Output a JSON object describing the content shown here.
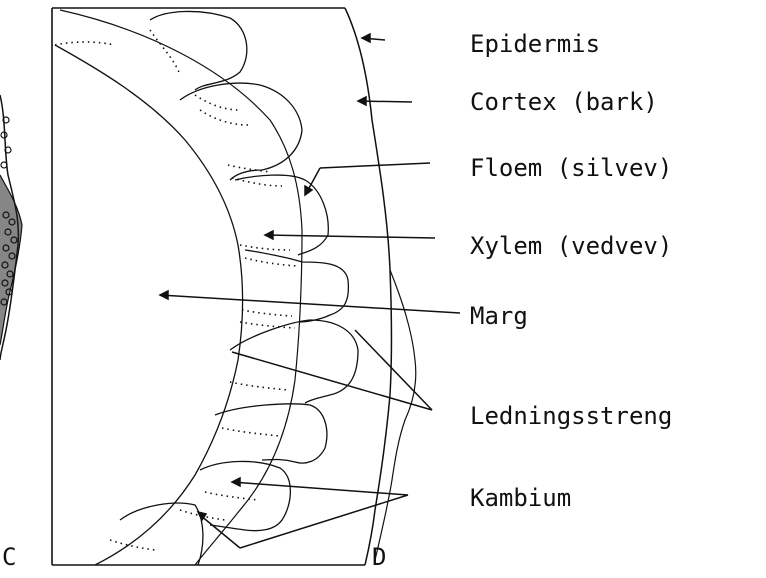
{
  "labels": {
    "epidermis": "Epidermis",
    "cortex": "Cortex (bark)",
    "floem": "Floem (silvev)",
    "xylem": "Xylem (vedvev)",
    "marg": "Marg",
    "ledningsstreng": "Ledningsstreng",
    "kambium": "Kambium"
  },
  "panel_letters": {
    "left": "C",
    "right": "D"
  }
}
